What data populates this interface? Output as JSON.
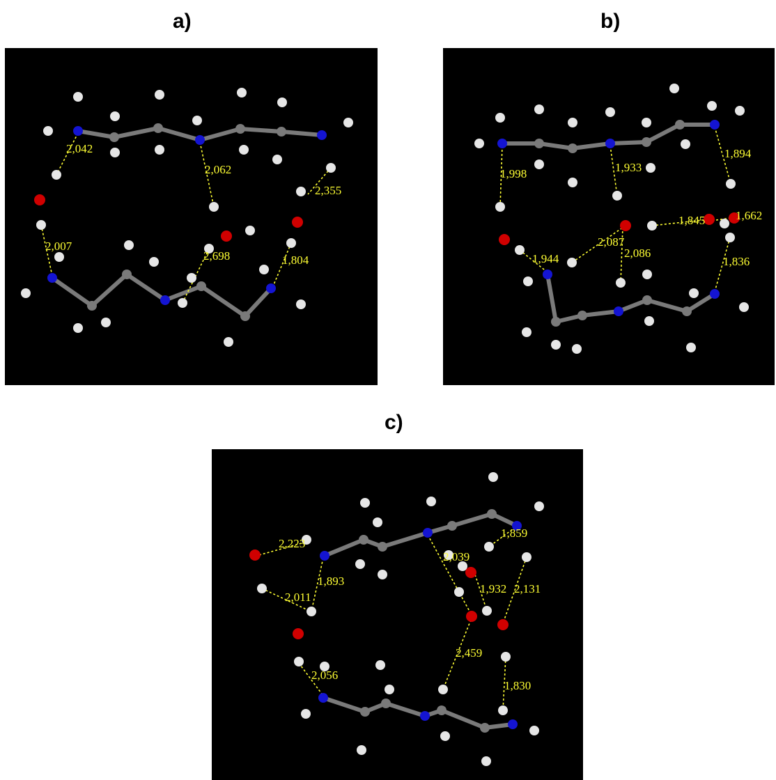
{
  "colors": {
    "carbon": "#7a7a7a",
    "nitrogen": "#1414d2",
    "oxygen": "#d00000",
    "hydrogen": "#e6e6e6",
    "hbond": "#ffff33",
    "background": "#000000"
  },
  "panels": [
    {
      "id": "a",
      "caption": "a)",
      "distances": [
        "2,042",
        "2,062",
        "2,355",
        "2,007",
        "2,698",
        "1,804"
      ]
    },
    {
      "id": "b",
      "caption": "b)",
      "distances": [
        "1,998",
        "1,933",
        "1,894",
        "1,845",
        "1,662",
        "2,087",
        "2,086",
        "1,944",
        "1,836"
      ]
    },
    {
      "id": "c",
      "caption": "c)",
      "distances": [
        "2,223",
        "1,859",
        "2,039",
        "1,893",
        "2,011",
        "1,932",
        "2,131",
        "2,459",
        "2,056",
        "1,830"
      ]
    }
  ]
}
